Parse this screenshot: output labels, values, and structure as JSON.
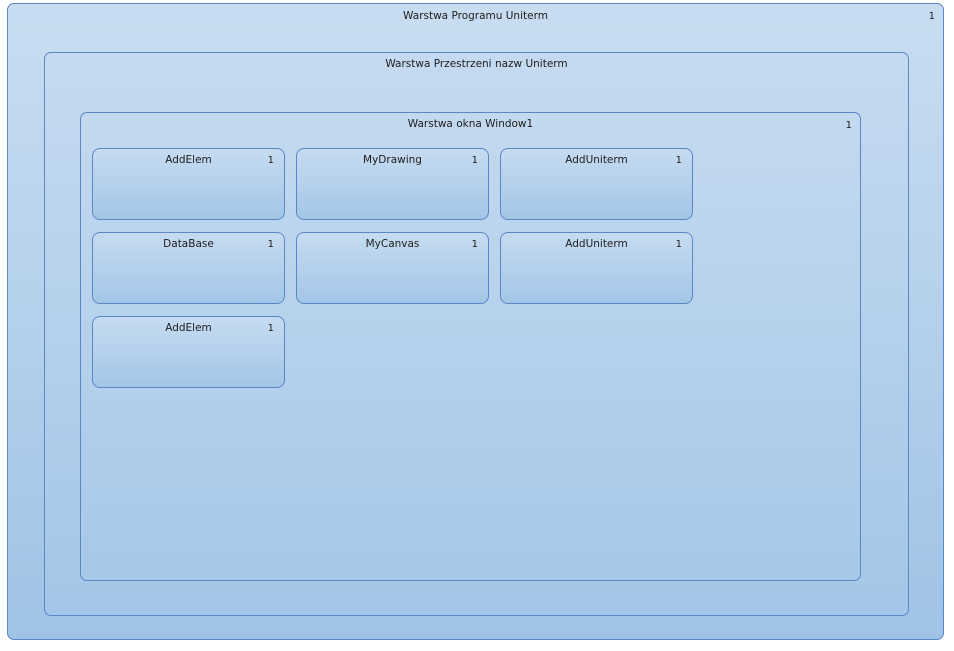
{
  "program_layer": {
    "title": "Warstwa Programu Uniterm",
    "count": "1"
  },
  "namespace_layer": {
    "title": "Warstwa Przestrzeni nazw Uniterm"
  },
  "window_layer": {
    "title": "Warstwa okna Window1",
    "count": "1"
  },
  "components": [
    {
      "name": "AddElem",
      "count": "1"
    },
    {
      "name": "MyDrawing",
      "count": "1"
    },
    {
      "name": "AddUniterm",
      "count": "1"
    },
    {
      "name": "DataBase",
      "count": "1"
    },
    {
      "name": "MyCanvas",
      "count": "1"
    },
    {
      "name": "AddUniterm",
      "count": "1"
    },
    {
      "name": "AddElem",
      "count": "1"
    }
  ],
  "colors": {
    "border": "#5b87c7",
    "fill_top": "#c9ddf1",
    "fill_bottom": "#9fc3e6"
  }
}
